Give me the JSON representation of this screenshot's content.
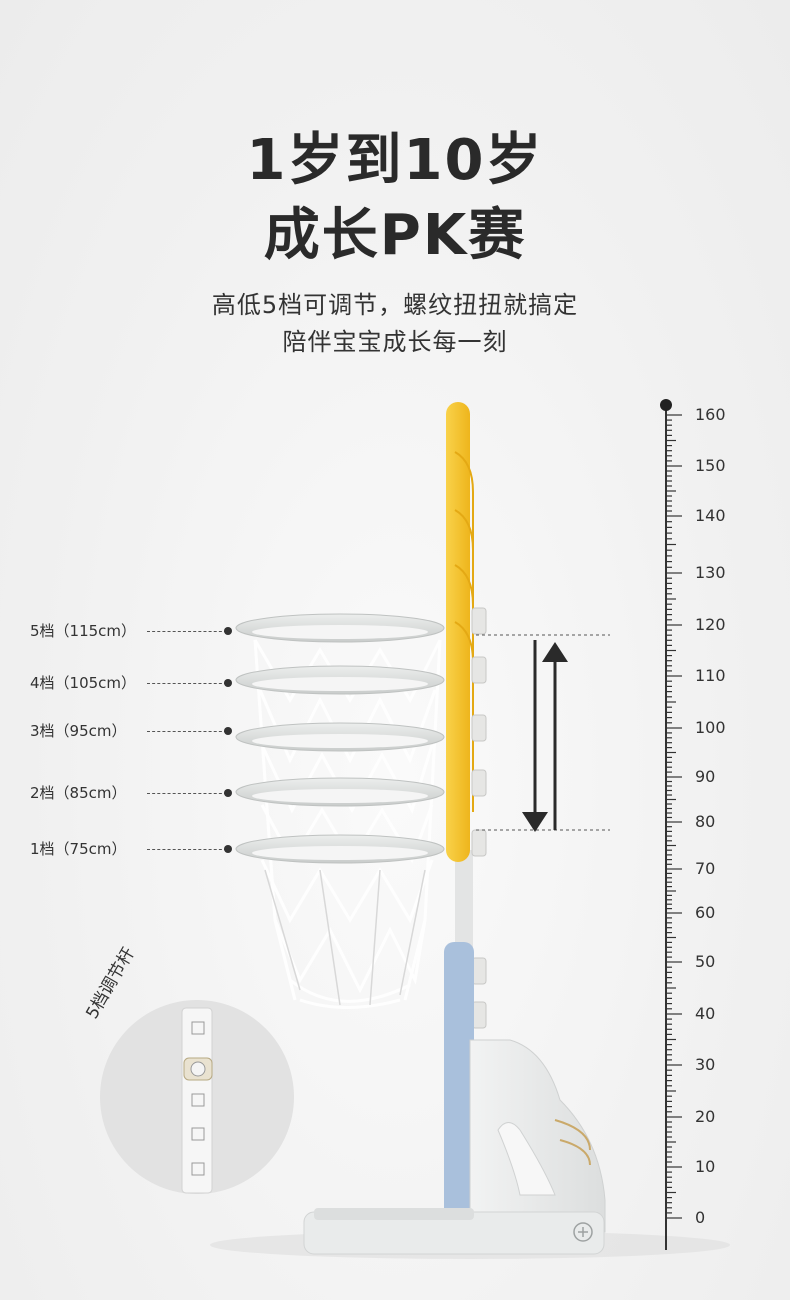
{
  "headline": {
    "line1": "1岁到10岁",
    "line2": "成长PK赛"
  },
  "subtitle": {
    "line1": "高低5档可调节，螺纹扭扭就搞定",
    "line2": "陪伴宝宝成长每一刻"
  },
  "levels": [
    {
      "label": "5档（115cm）"
    },
    {
      "label": "4档（105cm）"
    },
    {
      "label": "3档（95cm）"
    },
    {
      "label": "2档（85cm）"
    },
    {
      "label": "1档（75cm）"
    }
  ],
  "ruler": {
    "ticks": [
      "160",
      "150",
      "140",
      "130",
      "120",
      "110",
      "100",
      "90",
      "80",
      "70",
      "60",
      "50",
      "40",
      "30",
      "20",
      "10",
      "0"
    ]
  },
  "callout": {
    "label": "5档调节杆"
  },
  "colors": {
    "board_yellow": "#f7c52c",
    "rim_gray": "#d9dcdb",
    "base_blue": "#a9c0dc",
    "base_white": "#ebeced"
  }
}
